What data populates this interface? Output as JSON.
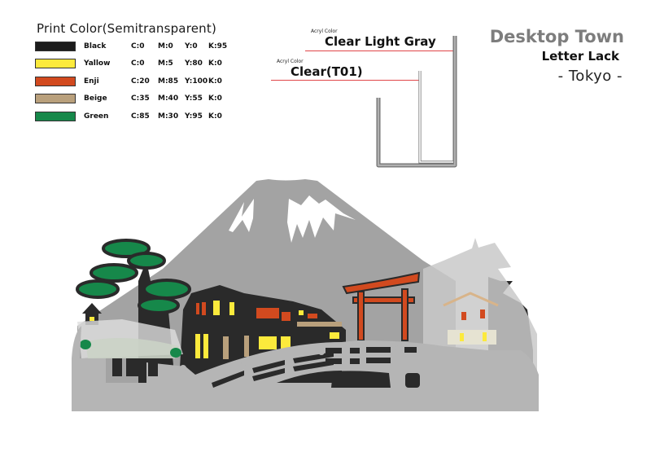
{
  "legend": {
    "title": "Print Color(Semitransparent)",
    "items": [
      {
        "name": "Black",
        "hex": "#1b1b1b",
        "c": "C:0",
        "m": "M:0",
        "y": "Y:0",
        "k": "K:95"
      },
      {
        "name": "Yallow",
        "hex": "#fcea3c",
        "c": "C:0",
        "m": "M:5",
        "y": "Y:80",
        "k": "K:0"
      },
      {
        "name": "Enji",
        "hex": "#d24a1f",
        "c": "C:20",
        "m": "M:85",
        "y": "Y:100",
        "k": "K:0"
      },
      {
        "name": "Beige",
        "hex": "#b9a07c",
        "c": "C:35",
        "m": "M:40",
        "y": "Y:55",
        "k": "K:0"
      },
      {
        "name": "Green",
        "hex": "#16884a",
        "c": "C:85",
        "m": "M:30",
        "y": "Y:95",
        "k": "K:0"
      }
    ]
  },
  "acryl": {
    "back": {
      "caption": "Acryl Color",
      "label": "Clear Light Gray"
    },
    "front": {
      "caption": "Acryl Color",
      "label": "Clear(T01)"
    }
  },
  "title": {
    "product": "Desktop Town",
    "subtitle": "Letter Lack",
    "city": "- Tokyo -"
  },
  "colors": {
    "plate_gray": "#a3a3a3",
    "front_plate": "#b5b5b5",
    "accent_line": "#e0464a",
    "stand_gray": "#8c8c8c"
  }
}
